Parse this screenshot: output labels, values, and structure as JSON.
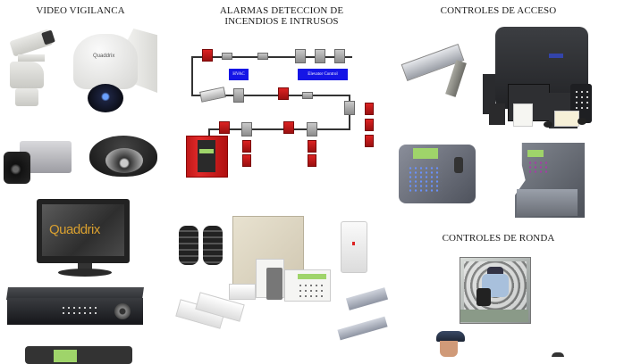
{
  "sections": {
    "video": {
      "title": "VIDEO VIGILANCA"
    },
    "alarms": {
      "title_line1": "ALARMAS DETECCION DE",
      "title_line2": "INCENDIOS E INTRUSOS"
    },
    "access": {
      "title": "CONTROLES DE ACCESO"
    },
    "rounds": {
      "title": "CONTROLES DE RONDA"
    }
  },
  "diagram": {
    "hvac_label": "HVAC",
    "elevator_label": "Elevator Control"
  },
  "brand": {
    "monitor_logo": "Quaddrix",
    "dome_logo": "Quaddrix"
  },
  "colors": {
    "alarm_red": "#c41a1a",
    "diagram_blue": "#1515e6",
    "lcd_green": "#9fd46a"
  }
}
